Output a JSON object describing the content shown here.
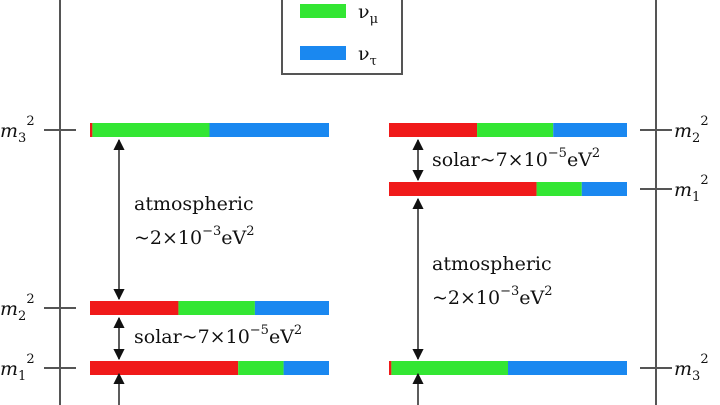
{
  "legend": {
    "items": [
      {
        "label": "ν",
        "sub": "μ",
        "color": "#33e633"
      },
      {
        "label": "ν",
        "sub": "τ",
        "color": "#1a88f0"
      }
    ]
  },
  "colors": {
    "nu_e": "#f01a1a",
    "nu_mu": "#33e633",
    "nu_tau": "#1a88f0",
    "line": "#555555"
  },
  "orderings": {
    "normal": {
      "levels": [
        {
          "mass": "m",
          "index": "3",
          "power": "2",
          "fractions": [
            0.01,
            0.49,
            0.5
          ]
        },
        {
          "mass": "m",
          "index": "2",
          "power": "2",
          "fractions": [
            0.37,
            0.32,
            0.31
          ]
        },
        {
          "mass": "m",
          "index": "1",
          "power": "2",
          "fractions": [
            0.62,
            0.19,
            0.19
          ]
        }
      ],
      "atmospheric": {
        "label": "atmospheric",
        "approx": "~2×10",
        "exp": "−3",
        "unit": "eV",
        "power": "2"
      },
      "solar": {
        "label": "solar~7×10",
        "exp": "−5",
        "unit": "eV",
        "power": "2"
      }
    },
    "inverted": {
      "levels": [
        {
          "mass": "m",
          "index": "2",
          "power": "2",
          "fractions": [
            0.37,
            0.32,
            0.31
          ]
        },
        {
          "mass": "m",
          "index": "1",
          "power": "2",
          "fractions": [
            0.62,
            0.19,
            0.19
          ]
        },
        {
          "mass": "m",
          "index": "3",
          "power": "2",
          "fractions": [
            0.01,
            0.49,
            0.5
          ]
        }
      ],
      "atmospheric": {
        "label": "atmospheric",
        "approx": "~2×10",
        "exp": "−3",
        "unit": "eV",
        "power": "2"
      },
      "solar": {
        "label": "solar~7×10",
        "exp": "−5",
        "unit": "eV",
        "power": "2"
      }
    }
  }
}
